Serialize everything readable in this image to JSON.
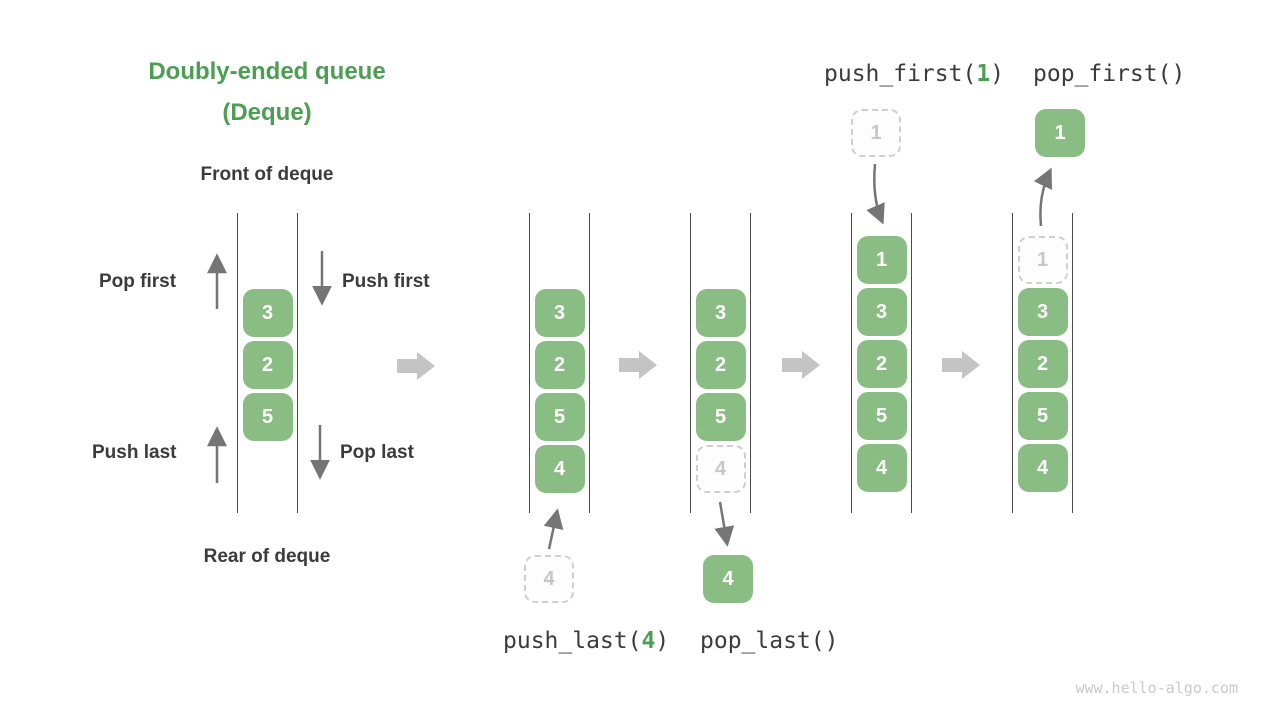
{
  "title": {
    "line1": "Doubly-ended queue",
    "line2": "(Deque)"
  },
  "deque_labels": {
    "front": "Front of deque",
    "rear": "Rear of deque"
  },
  "operation_arrows": {
    "pop_first": "Pop first",
    "push_first": "Push first",
    "push_last": "Push last",
    "pop_last": "Pop last"
  },
  "code_labels": {
    "push_last": {
      "prefix": "push_last(",
      "arg": "4",
      "suffix": ")"
    },
    "pop_last": {
      "text": "pop_last()"
    },
    "push_first": {
      "prefix": "push_first(",
      "arg": "1",
      "suffix": ")"
    },
    "pop_first": {
      "text": "pop_first()"
    }
  },
  "queues": [
    {
      "name": "deque-initial",
      "start_slot": 1,
      "cells": [
        {
          "value": "3",
          "variant": "solid"
        },
        {
          "value": "2",
          "variant": "solid"
        },
        {
          "value": "5",
          "variant": "solid"
        }
      ]
    },
    {
      "name": "deque-after-push-last",
      "start_slot": 1,
      "cells": [
        {
          "value": "3",
          "variant": "solid"
        },
        {
          "value": "2",
          "variant": "solid"
        },
        {
          "value": "5",
          "variant": "solid"
        },
        {
          "value": "4",
          "variant": "solid"
        }
      ]
    },
    {
      "name": "deque-after-pop-last",
      "start_slot": 1,
      "cells": [
        {
          "value": "3",
          "variant": "solid"
        },
        {
          "value": "2",
          "variant": "solid"
        },
        {
          "value": "5",
          "variant": "solid"
        },
        {
          "value": "4",
          "variant": "dashed"
        }
      ]
    },
    {
      "name": "deque-after-push-first",
      "start_slot": 0,
      "cells": [
        {
          "value": "1",
          "variant": "solid"
        },
        {
          "value": "3",
          "variant": "solid"
        },
        {
          "value": "2",
          "variant": "solid"
        },
        {
          "value": "5",
          "variant": "solid"
        },
        {
          "value": "4",
          "variant": "solid"
        }
      ]
    },
    {
      "name": "deque-after-pop-first",
      "start_slot": 0,
      "cells": [
        {
          "value": "1",
          "variant": "dashed"
        },
        {
          "value": "3",
          "variant": "solid"
        },
        {
          "value": "2",
          "variant": "solid"
        },
        {
          "value": "5",
          "variant": "solid"
        },
        {
          "value": "4",
          "variant": "solid"
        }
      ]
    }
  ],
  "floating_cells": {
    "push_last_ghost": {
      "value": "4",
      "variant": "dashed"
    },
    "pop_last_result": {
      "value": "4",
      "variant": "solid"
    },
    "push_first_ghost": {
      "value": "1",
      "variant": "dashed"
    },
    "pop_first_result": {
      "value": "1",
      "variant": "solid"
    }
  },
  "watermark": "www.hello-algo.com",
  "colors": {
    "accent_green": "#4c9e52",
    "cell_green": "#8abd84",
    "dark_text": "#3b3b3b",
    "arrow_gray": "#757575",
    "block_arrow_gray": "#c4c4c4",
    "line_gray": "#4a4a4a",
    "ghost_border": "#cfcfcf",
    "ghost_text": "#c6c6c6",
    "watermark_gray": "#c9c9c9"
  }
}
